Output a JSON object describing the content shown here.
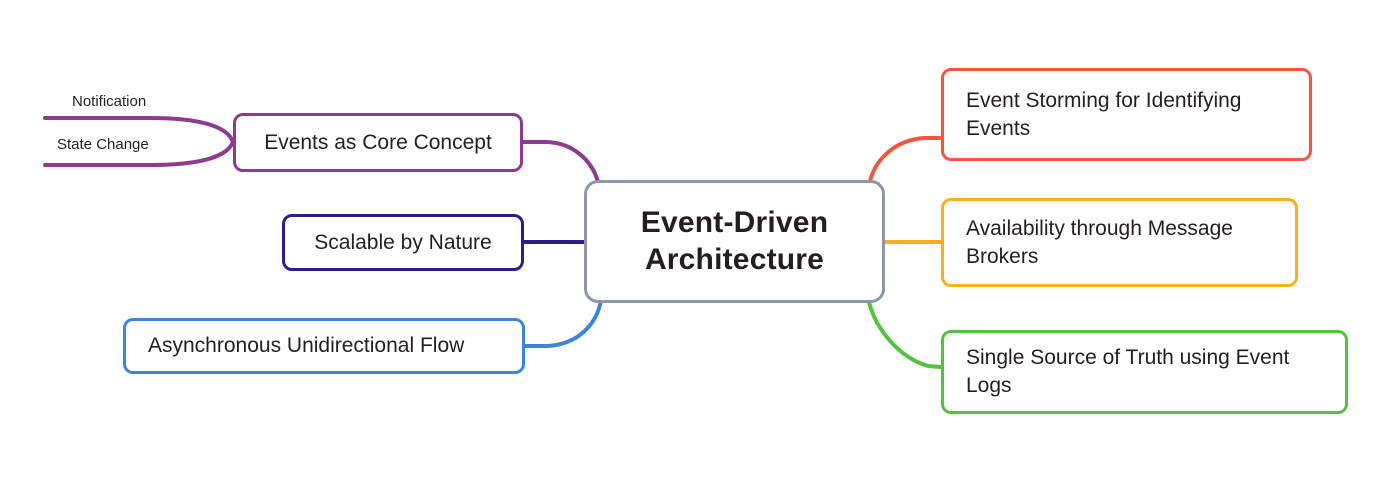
{
  "diagram": {
    "type": "mindmap",
    "root": {
      "label": "Event-Driven Architecture",
      "border_color": "#8d97a8"
    },
    "left_branches": [
      {
        "id": "events-as-core-concept",
        "label": "Events as Core Concept",
        "color": "#8e3a8e",
        "children": [
          {
            "id": "notification",
            "label": "Notification",
            "color": "#8e3a8e"
          },
          {
            "id": "state-change",
            "label": "State Change",
            "color": "#8e3a8e"
          }
        ]
      },
      {
        "id": "scalable-by-nature",
        "label": "Scalable by Nature",
        "color": "#2e1a8f",
        "children": []
      },
      {
        "id": "asynchronous-unidirectional-flow",
        "label": "Asynchronous Unidirectional Flow",
        "color": "#3d85d8",
        "children": []
      }
    ],
    "right_branches": [
      {
        "id": "event-storming-for-identifying-events",
        "label": "Event Storming for Identifying Events",
        "color": "#f5553d",
        "children": []
      },
      {
        "id": "availability-through-message-brokers",
        "label": "Availability through Message Brokers",
        "color": "#fbaf18",
        "children": []
      },
      {
        "id": "single-source-of-truth-using-event-logs",
        "label": "Single Source of Truth using Event Logs",
        "color": "#56c140",
        "children": []
      }
    ]
  }
}
